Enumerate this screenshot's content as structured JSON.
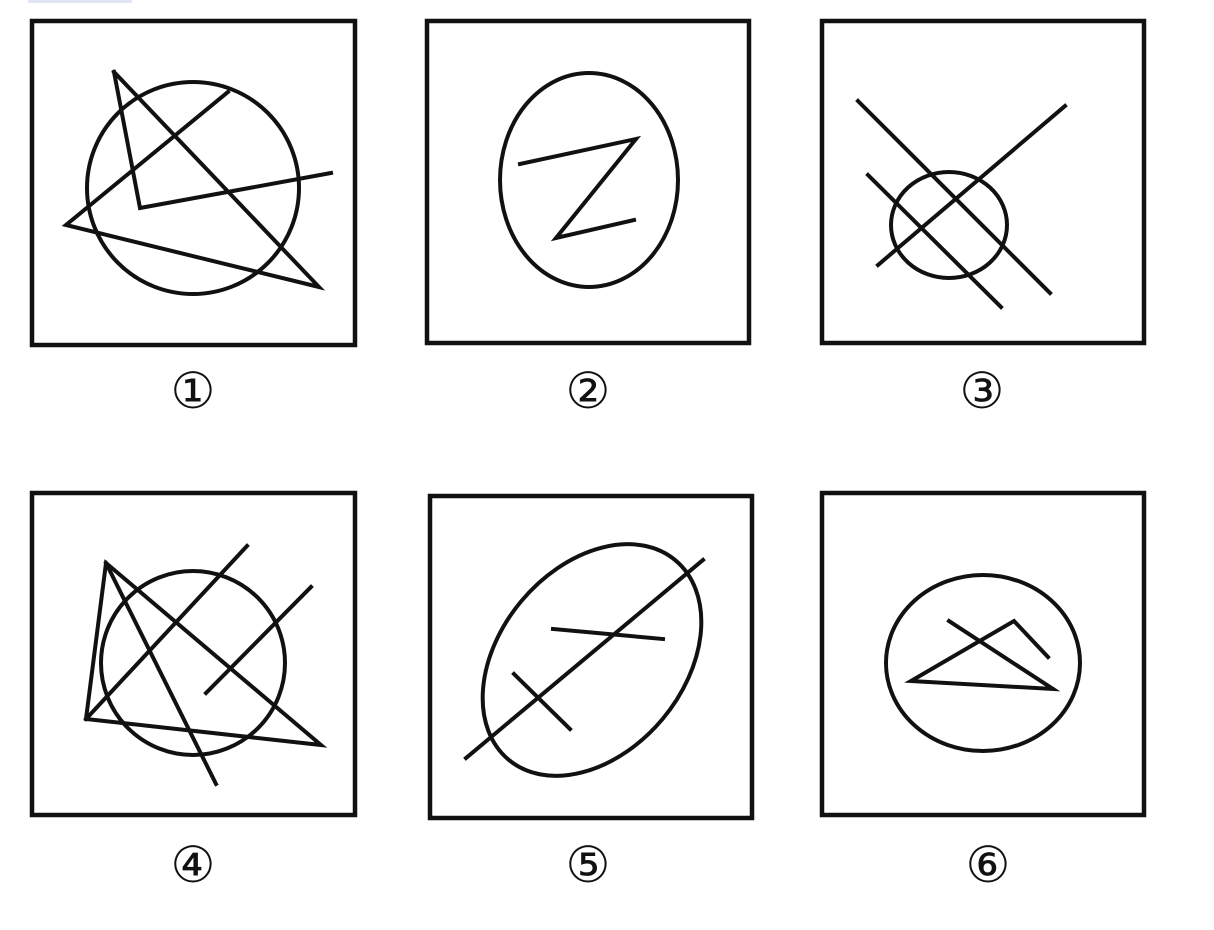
{
  "figures": [
    {
      "label": "①"
    },
    {
      "label": "②"
    },
    {
      "label": "③"
    },
    {
      "label": "④"
    },
    {
      "label": "⑤"
    },
    {
      "label": "⑥"
    }
  ],
  "colors": {
    "stroke": "#111111",
    "background": "#ffffff"
  }
}
